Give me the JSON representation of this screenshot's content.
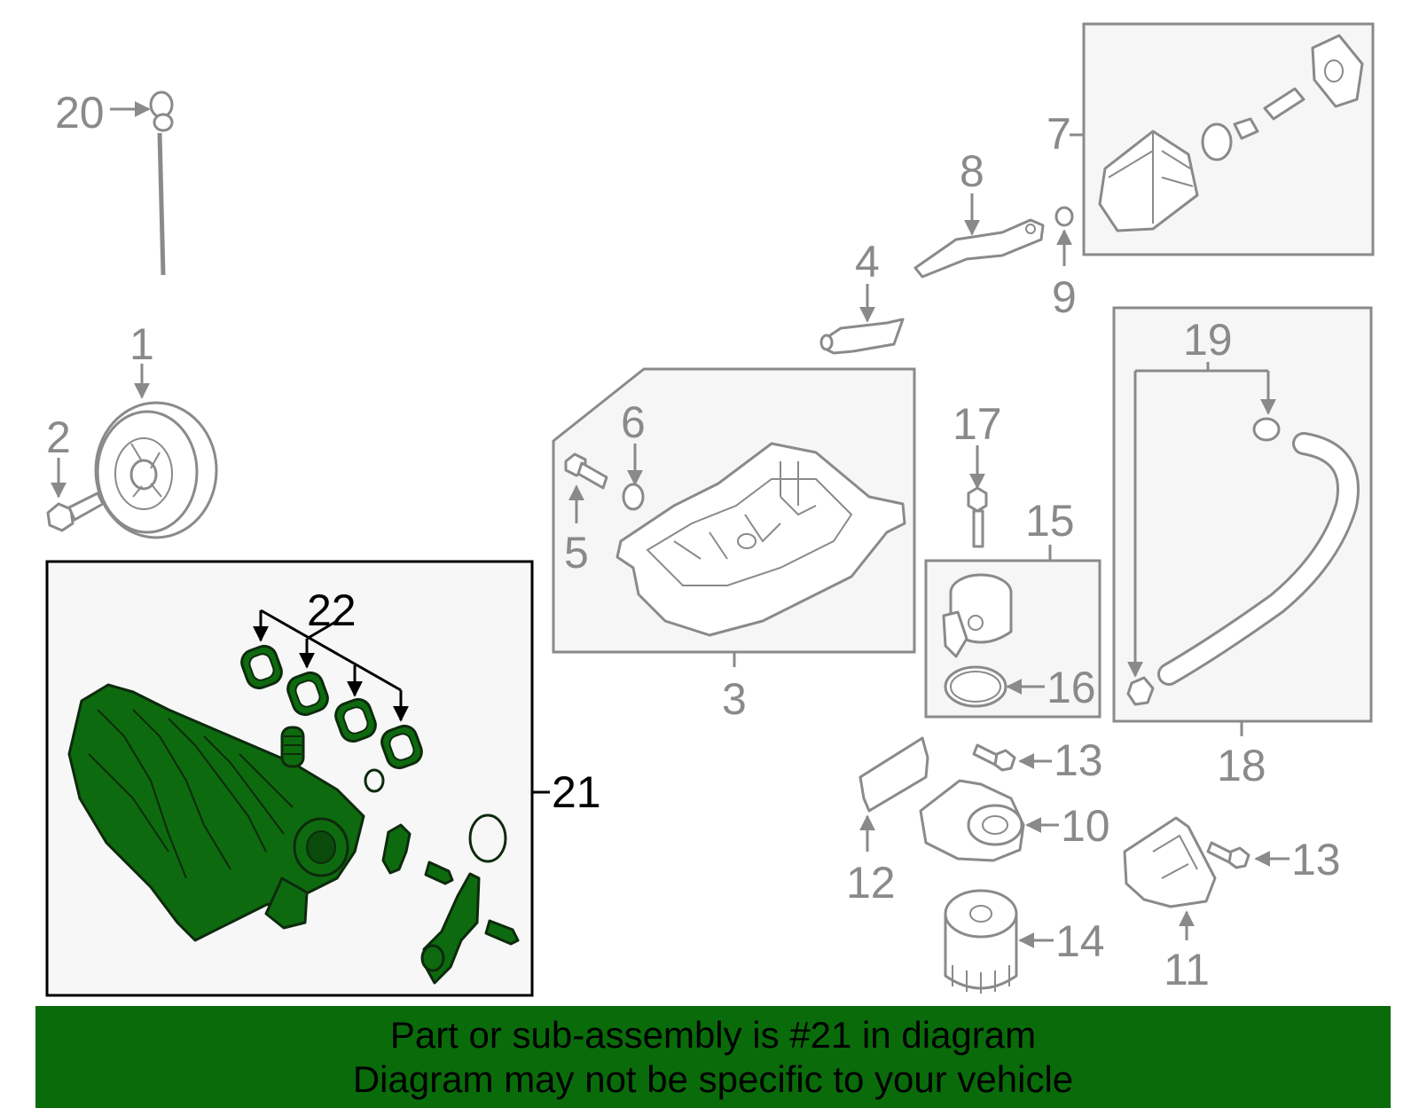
{
  "callouts": {
    "c1": "1",
    "c2": "2",
    "c3": "3",
    "c4": "4",
    "c5": "5",
    "c6": "6",
    "c7": "7",
    "c8": "8",
    "c9": "9",
    "c10": "10",
    "c11": "11",
    "c12": "12",
    "c13a": "13",
    "c13b": "13",
    "c14": "14",
    "c15": "15",
    "c16": "16",
    "c17": "17",
    "c18": "18",
    "c19": "19",
    "c20": "20",
    "c21": "21",
    "c22": "22"
  },
  "banner": {
    "line1": "Part or sub-assembly is #21 in diagram",
    "line2": "Diagram may not be specific to your vehicle"
  },
  "colors": {
    "highlight": "#0e6a0e",
    "banner": "#0a6b0a",
    "callout": "#8a8a8a"
  }
}
